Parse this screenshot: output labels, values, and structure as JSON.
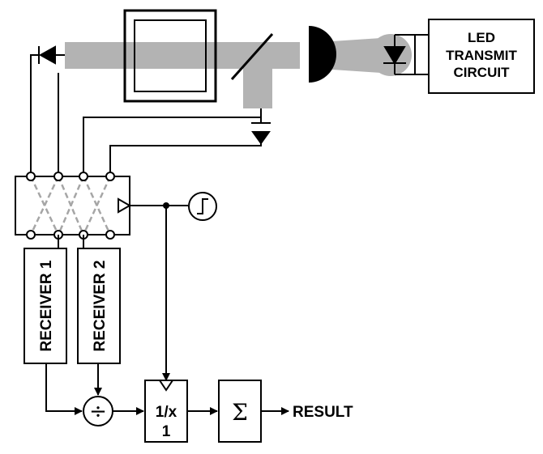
{
  "blocks": {
    "led_transmit_circuit": {
      "line1": "LED",
      "line2": "TRANSMIT",
      "line3": "CIRCUIT"
    },
    "receiver1": {
      "label": "RECEIVER 1"
    },
    "receiver2": {
      "label": "RECEIVER 2"
    },
    "reciprocal": {
      "top": "1/x",
      "bottom": "1"
    },
    "integrator": {
      "symbol": "Σ"
    },
    "divider": {
      "symbol": "÷"
    }
  },
  "output": {
    "label": "RESULT"
  },
  "colors": {
    "beam": "#b3b3b3",
    "line": "#000000",
    "switch_dash": "#a6a6a6"
  }
}
